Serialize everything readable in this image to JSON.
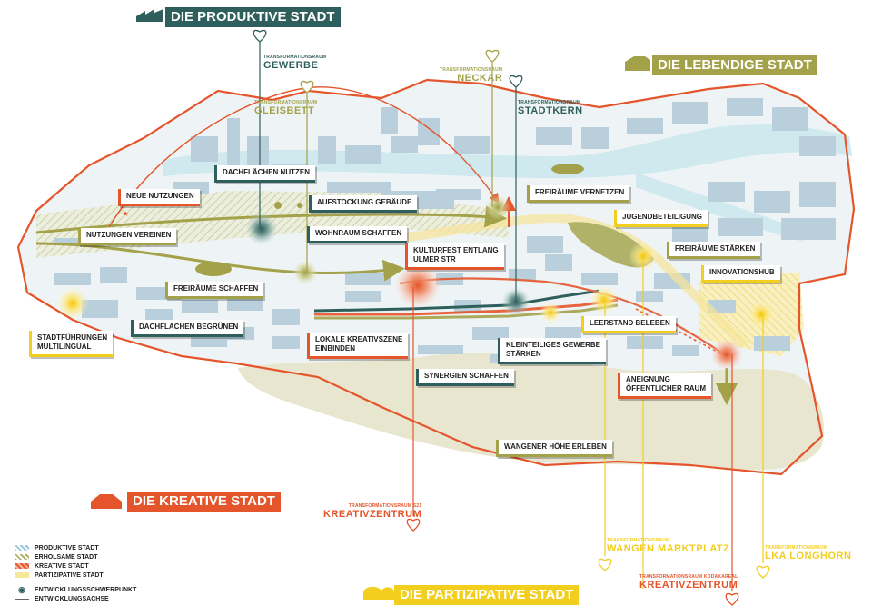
{
  "banners": {
    "produktive": "DIE PRODUKTIVE STADT",
    "lebendige": "DIE LEBENDIGE STADT",
    "kreative": "DIE KREATIVE STADT",
    "partizipative": "DIE PARTIZIPATIVE STADT"
  },
  "transformation_spaces": [
    {
      "sub": "TRANSFORMATIONSRAUM",
      "name": "GEWERBE",
      "color": "#2f5f5c"
    },
    {
      "sub": "TRANSFORMATIONSRAUM",
      "name": "GLEISBETT",
      "color": "#a3a24a"
    },
    {
      "sub": "TRANSFORMATIONSRAUM",
      "name": "NECKAR",
      "color": "#a3a24a"
    },
    {
      "sub": "TRANSFORMATIONSRAUM",
      "name": "STADTKERN",
      "color": "#2f5f5c"
    },
    {
      "sub": "TRANSFORMATIONSRAUM S21",
      "name": "KREATIVZENTRUM",
      "color": "#e4552b"
    },
    {
      "sub": "TRANSFORMATIONSRAUM",
      "name": "WANGEN MARKTPLATZ",
      "color": "#f2cf1e"
    },
    {
      "sub": "TRANSFORMATIONSRAUM",
      "name": "LKA LONGHORN",
      "color": "#f2cf1e"
    },
    {
      "sub": "TRANSFORMATIONSRAUM KODAKAREAL",
      "name": "KREATIVZENTRUM",
      "color": "#e4552b"
    }
  ],
  "labels": {
    "dachflaechen_nutzen": "DACHFLÄCHEN NUTZEN",
    "neue_nutzungen": "NEUE NUTZUNGEN",
    "aufstockung": "AUFSTOCKUNG GEBÄUDE",
    "freiraeume_vernetzen": "FREIRÄUME VERNETZEN",
    "jugendbeteiligung": "JUGENDBETEILIGUNG",
    "nutzungen_vereinen": "NUTZUNGEN VEREINEN",
    "wohnraum_schaffen": "WOHNRAUM SCHAFFEN",
    "kulturfest_1": "KULTURFEST ENTLANG",
    "kulturfest_2": "ULMER STR",
    "freiraeume_staerken": "FREIRÄUME STÄRKEN",
    "innovationshub": "INNOVATIONSHUB",
    "freiraeume_schaffen": "FREIRÄUME SCHAFFEN",
    "dachflaechen_begruenen": "DACHFLÄCHEN BEGRÜNEN",
    "stadtfuehrungen_1": "STADTFÜHRUNGEN",
    "stadtfuehrungen_2": "MULTILINGUAL",
    "kreativszene_1": "LOKALE KREATIVSZENE",
    "kreativszene_2": "EINBINDEN",
    "leerstand": "LEERSTAND BELEBEN",
    "gewerbe_1": "KLEINTEILIGES GEWERBE",
    "gewerbe_2": "STÄRKEN",
    "synergien": "SYNERGIEN SCHAFFEN",
    "aneignung_1": "ANEIGNUNG",
    "aneignung_2": "ÖFFENTLICHER RAUM",
    "wangener_hoehe": "WANGENER HÖHE ERLEBEN"
  },
  "legend": [
    {
      "label": "PRODUKTIVE STADT",
      "color": "#9bc6dc"
    },
    {
      "label": "ERHOLSAME STADT",
      "color": "#b0b26a"
    },
    {
      "label": "KREATIVE STADT",
      "color": "#e4552b"
    },
    {
      "label": "PARTIZIPATIVE STADT",
      "color": "#f6e79a"
    },
    {
      "label": "ENTWICKLUNGSSCHWERPUNKT",
      "color": "#2f5f5c"
    },
    {
      "label": "ENTWICKLUNGSACHSE",
      "color": "#666666"
    }
  ],
  "colors": {
    "produktive": "#2f5f5c",
    "erholsame": "#a3a24a",
    "kreative": "#e4552b",
    "partizipative": "#f2cf1e",
    "river": "#cfe9ee",
    "buildings": "#b9cfdb",
    "hill": "#e9e6d0",
    "boundary": "#e4552b"
  }
}
